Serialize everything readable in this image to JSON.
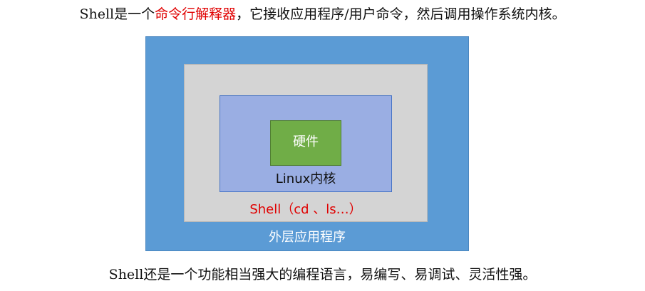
{
  "top_caption": {
    "before": "Shell是一个",
    "highlight": "命令行解释器",
    "after": "，它接收应用程序/用户命令，然后调用操作系统内核。"
  },
  "diagram": {
    "layers": {
      "core": "硬件",
      "kernel": "Linux内核",
      "shell": "Shell（cd 、ls…）",
      "application": "外层应用程序"
    },
    "colors": {
      "application": "#5b9bd5",
      "shell": "#d4d4d4",
      "kernel": "#9aaee3",
      "core": "#70ad47",
      "highlight_text": "#e00000"
    }
  },
  "bottom_caption": "Shell还是一个功能相当强大的编程语言，易编写、易调试、灵活性强。"
}
